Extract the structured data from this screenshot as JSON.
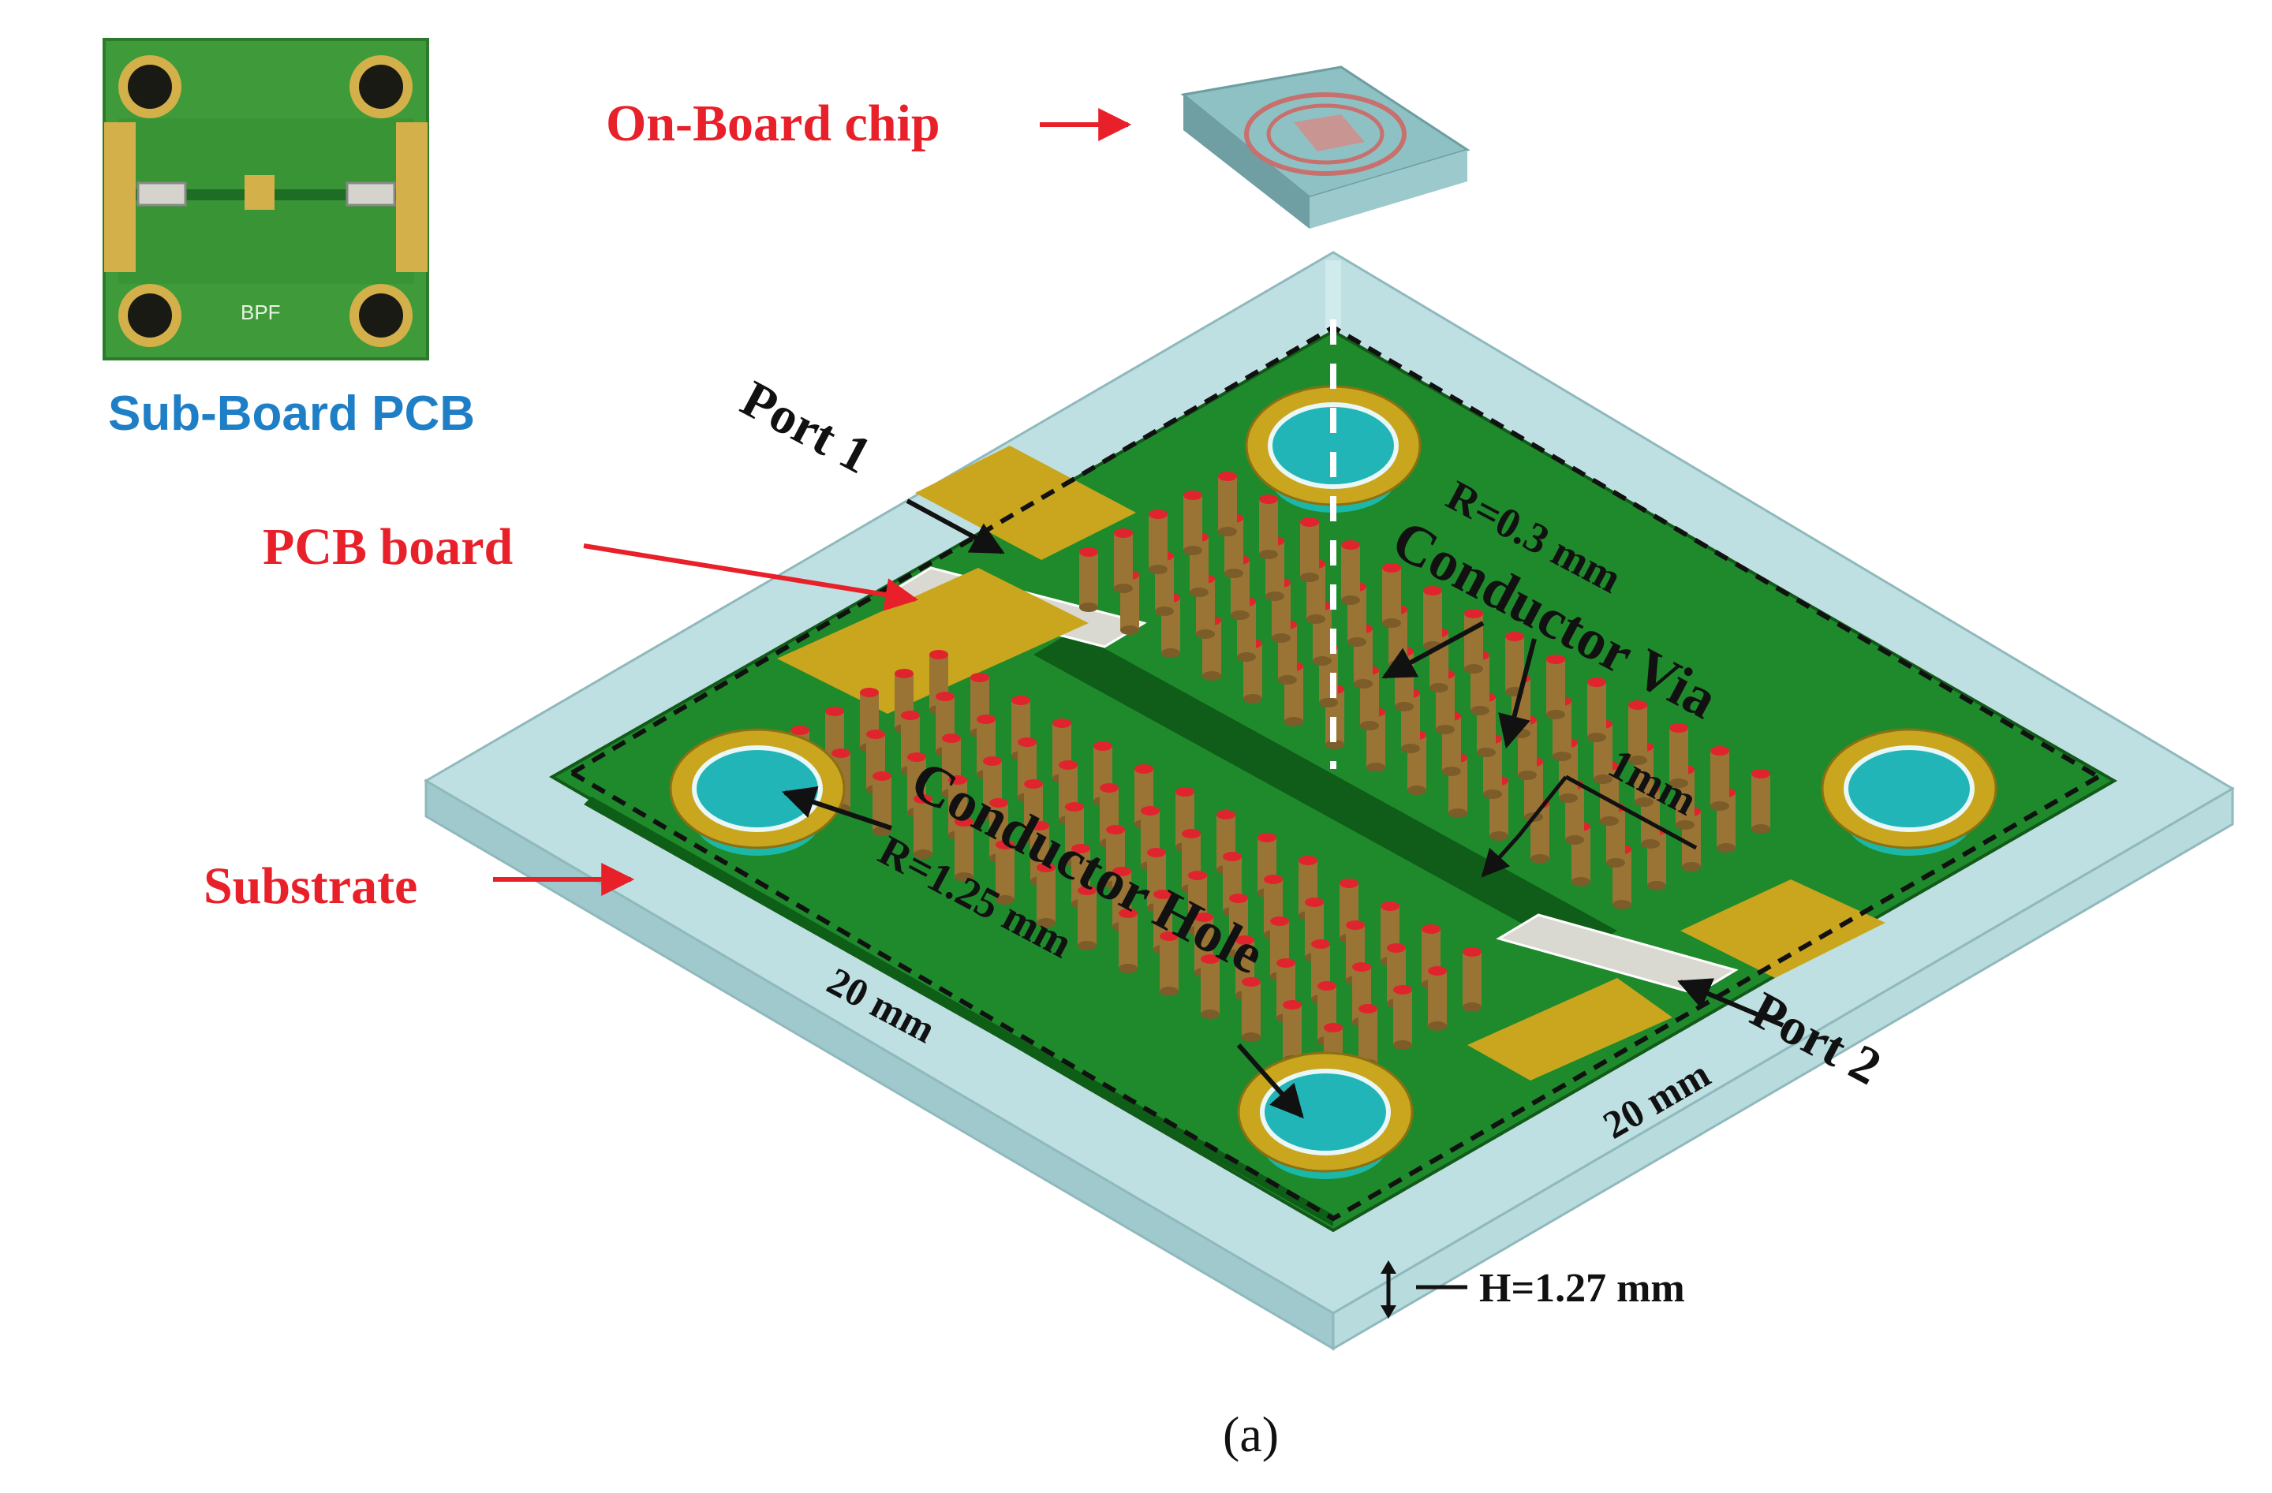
{
  "labels": {
    "on_board_chip": "On-Board chip",
    "sub_board_pcb": "Sub-Board PCB",
    "silkscreen": "BPF",
    "pcb_board": "PCB board",
    "substrate": "Substrate",
    "port1": "Port 1",
    "port2": "Port 2",
    "via_radius": "R=0.3 mm",
    "conductor_via": "Conductor Via",
    "conductor_hole": "Conductor Hole",
    "hole_radius": "R=1.25 mm",
    "pitch": "1mm",
    "dim_left": "20 mm",
    "dim_right": "20 mm",
    "thickness": "H=1.27 mm",
    "caption": "(a)"
  },
  "colors": {
    "label_red": "#e8202a",
    "label_blue": "#1f7fc6",
    "pcb_green": "#1f8a2c",
    "substrate": "#a9d3d6",
    "gold_pad": "#c9a61e",
    "via_copper": "#9a7434",
    "via_top": "#e0242e",
    "hole_cyan": "#22b5b8"
  }
}
